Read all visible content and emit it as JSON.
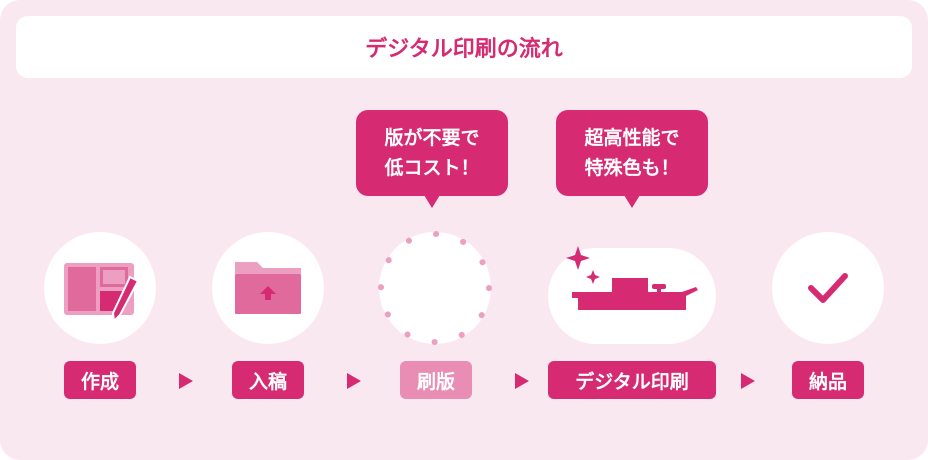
{
  "title": "デジタル印刷の流れ",
  "bubbles": [
    {
      "line1": "版が不要で",
      "line2": "低コスト！"
    },
    {
      "line1": "超高性能で",
      "line2": "特殊色も！"
    }
  ],
  "steps": [
    {
      "label": "作成",
      "icon": "design-edit-icon"
    },
    {
      "label": "入稿",
      "icon": "folder-upload-icon"
    },
    {
      "label": "刷版",
      "icon": "dotted-circle-icon"
    },
    {
      "label": "デジタル印刷",
      "icon": "printer-sparkle-icon"
    },
    {
      "label": "納品",
      "icon": "check-icon"
    }
  ],
  "colors": {
    "accent": "#d62b72",
    "muted": "#e98db5",
    "background": "#fae8f0"
  }
}
